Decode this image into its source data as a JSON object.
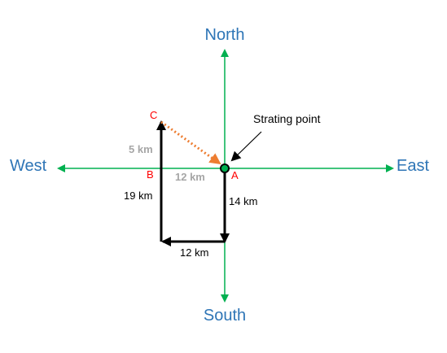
{
  "directions": {
    "north": "North",
    "south": "South",
    "east": "East",
    "west": "West"
  },
  "points": {
    "a": "A",
    "b": "B",
    "c": "C"
  },
  "distances": {
    "a_down": "14 km",
    "bottom_west": "12 km",
    "up_to_c": "19 km",
    "b_to_a": "12 km",
    "c_to_b": "5 km"
  },
  "callout": "Strating point",
  "colors": {
    "compass_axis": "#00B050",
    "direction_label": "#2E75B6",
    "path": "#000000",
    "return_path": "#ED7D31",
    "point_label": "#FF0000",
    "faded_label": "#A6A6A6"
  }
}
